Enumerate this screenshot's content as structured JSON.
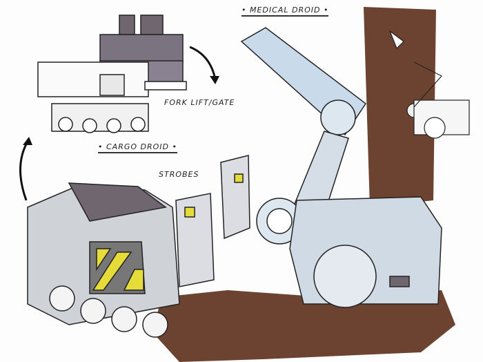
{
  "labels": {
    "medical_droid": "• MEDICAL DROID •",
    "fork_lift": "FORK LIFT/GATE",
    "cargo_droid": "• CARGO DROID •",
    "strobes": "STROBES"
  },
  "colors": {
    "brown": "#6b4330",
    "gray_dark": "#6f6670",
    "gray_light": "#cfd3d8",
    "blue_tint": "#c9dbea",
    "yellow": "#e5dc3a"
  }
}
